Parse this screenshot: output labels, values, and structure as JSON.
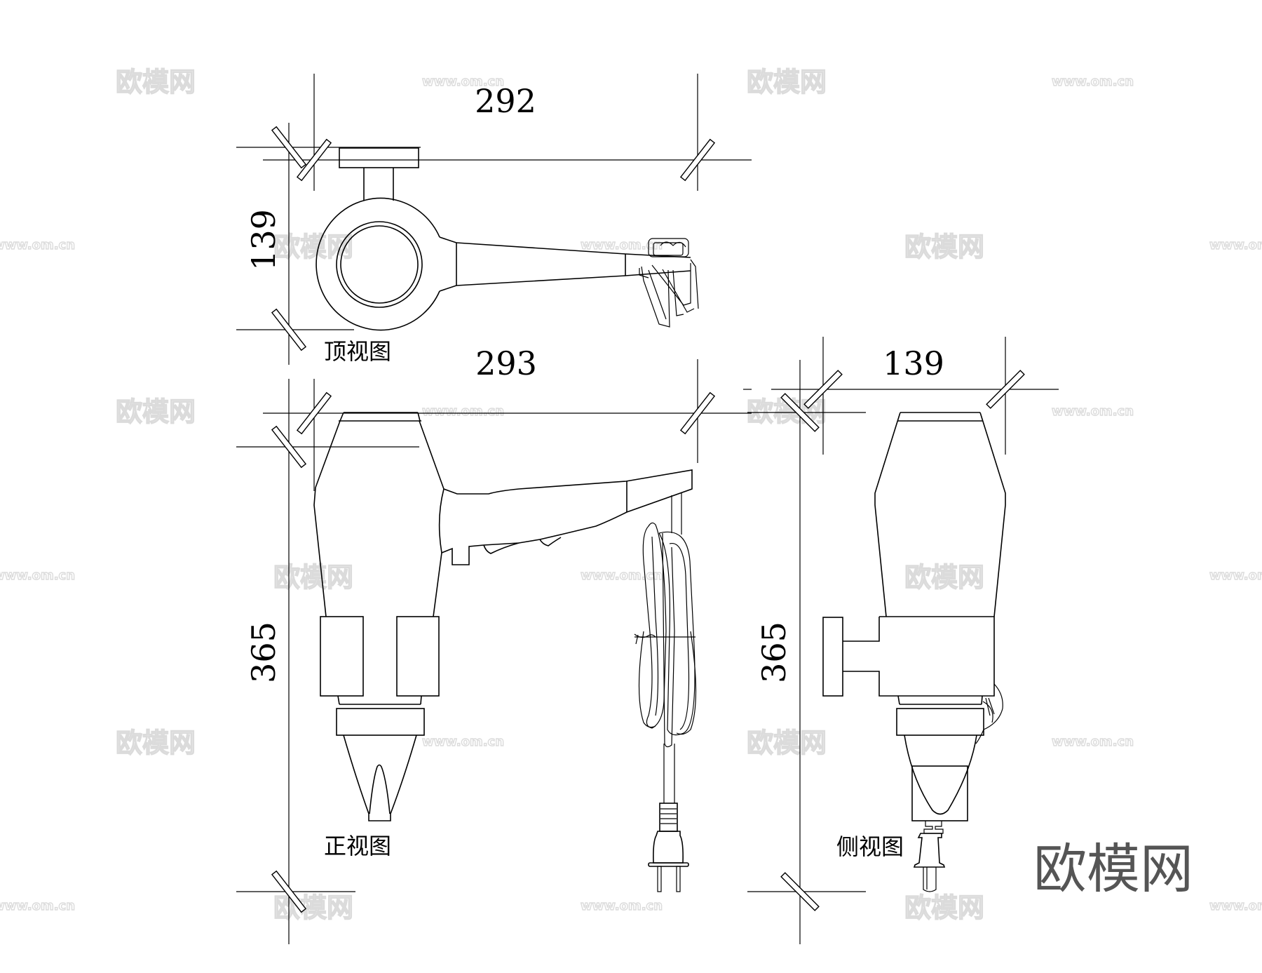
{
  "drawing": {
    "subject": "hair dryer with wall holder",
    "line_color": "#000000",
    "background": "#ffffff"
  },
  "views": {
    "top": {
      "label": "顶视图",
      "dim_width": "292",
      "dim_height": "139"
    },
    "front": {
      "label": "正视图",
      "dim_width": "293",
      "dim_height": "365"
    },
    "side": {
      "label": "侧视图",
      "dim_width": "139",
      "dim_height": "365"
    }
  },
  "watermark": {
    "cn": "欧模网",
    "url": "www.om.cn",
    "color": "#d8d8d8"
  },
  "brand_logo": {
    "text": "欧模网",
    "color": "#555555"
  }
}
